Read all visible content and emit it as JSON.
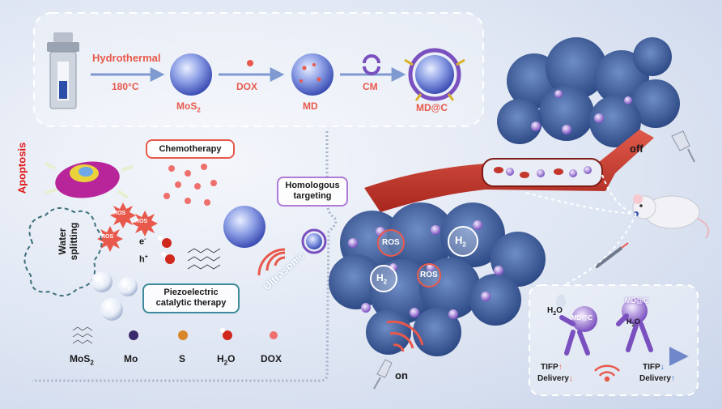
{
  "synthesis": {
    "hydrothermal": "Hydrothermal",
    "temperature": "180°C",
    "mos2_base": "MoS",
    "mos2_sub": "2",
    "dox": "DOX",
    "md": "MD",
    "cm": "CM",
    "mdc": "MD@C"
  },
  "mechanism": {
    "apoptosis": "Apoptosis",
    "chemotherapy": "Chemotherapy",
    "ros": "ROS",
    "electron": "e",
    "electron_sup": "-",
    "hole": "h",
    "hole_sup": "+",
    "water_splitting_line1": "Water",
    "water_splitting_line2": "splitting",
    "h2_base": "H",
    "h2_sub": "2",
    "piezo_line1": "Piezoelectric",
    "piezo_line2": "catalytic therapy",
    "homologous_line1": "Homologous",
    "homologous_line2": "targeting",
    "ultrasonic": "Ultrasonic"
  },
  "legend": {
    "mos2_base": "MoS",
    "mos2_sub": "2",
    "mo": "Mo",
    "s": "S",
    "h2o_h": "H",
    "h2o_sub": "2",
    "h2o_o": "O",
    "dox": "DOX"
  },
  "tumor": {
    "off": "off",
    "on": "on",
    "ros": "ROS",
    "h2_base": "H",
    "h2_sub": "2"
  },
  "inset": {
    "h2o_left_h": "H",
    "h2o_left_sub": "2",
    "h2o_left_o": "O",
    "mdc_left": "MD@C",
    "mdc_right": "MD@C",
    "h2o_right_h": "H",
    "h2o_right_sub": "2",
    "h2o_right_o": "O",
    "tifp_left": "TIFP",
    "tifp_left_arrow": "↑",
    "delivery_left": "Delivery",
    "delivery_left_arrow": "↓",
    "tifp_right": "TIFP",
    "tifp_right_arrow": "↓",
    "delivery_right": "Delivery",
    "delivery_right_arrow": "↑"
  },
  "colors": {
    "accent_red": "#e8594b",
    "nano_blue": "#5a6fd0",
    "tumor_blue": "#3f5e9a",
    "vessel_red": "#c2362b",
    "membrane_purple": "#9c7bd6"
  }
}
